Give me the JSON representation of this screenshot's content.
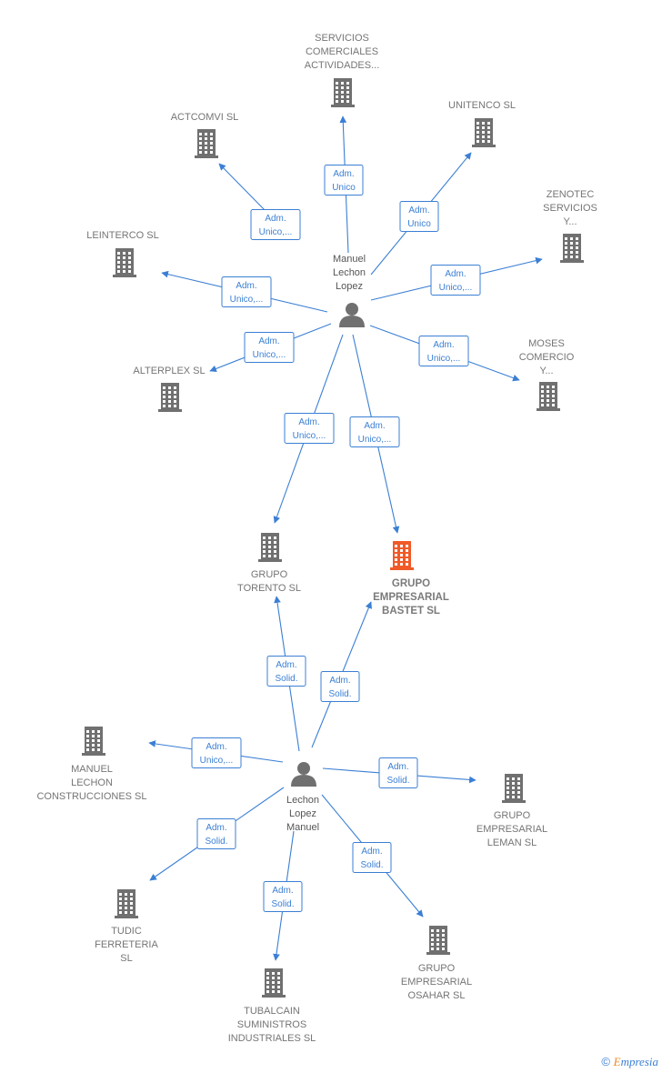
{
  "colors": {
    "edge": "#3b7fd4",
    "company": "#707070",
    "main_company": "#f05a28",
    "person": "#707070"
  },
  "persons": [
    {
      "id": "p1",
      "lines": [
        "Manuel",
        "Lechon",
        "Lopez"
      ],
      "icon": "person-icon"
    },
    {
      "id": "p2",
      "lines": [
        "Lechon",
        "Lopez",
        "Manuel"
      ],
      "icon": "person-icon"
    }
  ],
  "companies": [
    {
      "id": "c_servicios",
      "lines": [
        "SERVICIOS",
        "COMERCIALES",
        "ACTIVIDADES..."
      ],
      "main": false
    },
    {
      "id": "c_actcomvi",
      "lines": [
        "ACTCOMVI  SL"
      ],
      "main": false
    },
    {
      "id": "c_unitenco",
      "lines": [
        "UNITENCO  SL"
      ],
      "main": false
    },
    {
      "id": "c_leinterco",
      "lines": [
        "LEINTERCO  SL"
      ],
      "main": false
    },
    {
      "id": "c_zenotec",
      "lines": [
        "ZENOTEC",
        "SERVICIOS",
        "Y..."
      ],
      "main": false
    },
    {
      "id": "c_moses",
      "lines": [
        "MOSES",
        "COMERCIO",
        "Y..."
      ],
      "main": false
    },
    {
      "id": "c_alterplex",
      "lines": [
        "ALTERPLEX  SL"
      ],
      "main": false
    },
    {
      "id": "c_torento",
      "lines": [
        "GRUPO",
        "TORENTO  SL"
      ],
      "main": false
    },
    {
      "id": "c_bastet",
      "lines": [
        "GRUPO",
        "EMPRESARIAL",
        "BASTET  SL"
      ],
      "main": true
    },
    {
      "id": "c_manuel_lechon",
      "lines": [
        "MANUEL",
        "LECHON",
        "CONSTRUCCIONES SL"
      ],
      "main": false
    },
    {
      "id": "c_leman",
      "lines": [
        "GRUPO",
        "EMPRESARIAL",
        "LEMAN  SL"
      ],
      "main": false
    },
    {
      "id": "c_tudic",
      "lines": [
        "TUDIC",
        "FERRETERIA",
        "SL"
      ],
      "main": false
    },
    {
      "id": "c_tubalcain",
      "lines": [
        "TUBALCAIN",
        "SUMINISTROS",
        "INDUSTRIALES SL"
      ],
      "main": false
    },
    {
      "id": "c_osahar",
      "lines": [
        "GRUPO",
        "EMPRESARIAL",
        "OSAHAR  SL"
      ],
      "main": false
    }
  ],
  "edges": [
    {
      "from": "p1",
      "to": "c_servicios",
      "label": [
        "Adm.",
        "Unico"
      ]
    },
    {
      "from": "p1",
      "to": "c_actcomvi",
      "label": [
        "Adm.",
        "Unico,..."
      ]
    },
    {
      "from": "p1",
      "to": "c_unitenco",
      "label": [
        "Adm.",
        "Unico"
      ]
    },
    {
      "from": "p1",
      "to": "c_leinterco",
      "label": [
        "Adm.",
        "Unico,..."
      ]
    },
    {
      "from": "p1",
      "to": "c_zenotec",
      "label": [
        "Adm.",
        "Unico,..."
      ]
    },
    {
      "from": "p1",
      "to": "c_alterplex",
      "label": [
        "Adm.",
        "Unico,..."
      ]
    },
    {
      "from": "p1",
      "to": "c_moses",
      "label": [
        "Adm.",
        "Unico,..."
      ]
    },
    {
      "from": "p1",
      "to": "c_torento",
      "label": [
        "Adm.",
        "Unico,..."
      ]
    },
    {
      "from": "p1",
      "to": "c_bastet",
      "label": [
        "Adm.",
        "Unico,..."
      ]
    },
    {
      "from": "p2",
      "to": "c_torento",
      "label": [
        "Adm.",
        "Solid."
      ]
    },
    {
      "from": "p2",
      "to": "c_bastet",
      "label": [
        "Adm.",
        "Solid."
      ]
    },
    {
      "from": "p2",
      "to": "c_manuel_lechon",
      "label": [
        "Adm.",
        "Unico,..."
      ]
    },
    {
      "from": "p2",
      "to": "c_leman",
      "label": [
        "Adm.",
        "Solid."
      ]
    },
    {
      "from": "p2",
      "to": "c_tudic",
      "label": [
        "Adm.",
        "Solid."
      ]
    },
    {
      "from": "p2",
      "to": "c_tubalcain",
      "label": [
        "Adm.",
        "Solid."
      ]
    },
    {
      "from": "p2",
      "to": "c_osahar",
      "label": [
        "Adm.",
        "Solid."
      ]
    }
  ],
  "footer": {
    "copyright": "©",
    "brand_first": "E",
    "brand_rest": "mpresia"
  }
}
